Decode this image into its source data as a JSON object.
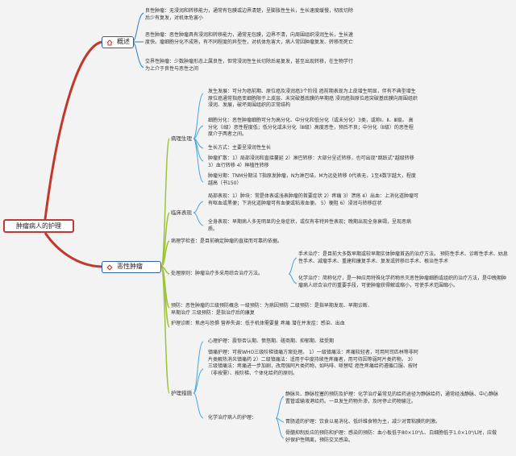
{
  "root": "肿瘤病人的护理",
  "branches": {
    "overview": {
      "label": "概述",
      "icon": "home-icon"
    },
    "malignant": {
      "label": "恶性肿瘤",
      "icon": "gear-icon"
    }
  },
  "overview_items": [
    "良性肿瘤：无浸润和转移能力，通常有包膜或边界清楚，呈膨胀性生长，生长速度缓慢，彻底切除后少有复发，对机体危害小",
    "恶性肿瘤：恶性肿瘤具有浸润和转移能力，通常无包膜，边界不清，向周围组织浸润生长，生长速度快。瘤细胞分化不成熟，有不同程度的异型性，对机体危害大，病人常因肿瘤复发、转移而死亡",
    "交界性肿瘤：少数肿瘤形态上属良性，但常浸润性生长切除后易复发，甚至出现转移，在生物学行为上介于良性与恶性之间"
  ],
  "clinical_pathology": {
    "label": "病理生理",
    "items": [
      "发生发展：可分为癌前期、原位癌及浸润癌3个阶段 癌前期表现为上皮增生明显，伴有不典型增生 原位癌通常指癌变细胞限于上皮层、未突破基底膜的早期癌 浸润癌指原位癌突破基底膜向周围组织浸润、发展，破坏周围组织的正常结构",
      "细胞分化：恶性肿瘤细胞可分为高分化、中分化和低分化（或未分化）3类，或称Ⅰ、Ⅱ、Ⅲ级。 高分化（Ⅰ级）恶性程度低；低分化或未分化（Ⅲ级）高度恶性，预后不良；中分化（Ⅱ级）的恶性程度介于两者之间。",
      "生长方式：主要呈浸润性生长",
      "肿瘤扩散：1）局部浸润和直接蔓延 2）淋巴转移：大部分呈近转移，也可出现“跳跃式”越级转移 3）血行转移 4）种植性转移",
      "肿瘤分期：TNM分期法 T指原发肿瘤，N为淋巴结，M为远处转移 0代表无，1至4数字越大，程度越高（书150）"
    ]
  },
  "clinical_manifest": {
    "label": "临床表现",
    "items": [
      "局部表现：1）肿块：常是体表或浅表肿瘤的首要症状 2）疼痛 3）溃疡 4）出血：上消化道肿瘤可有呕血或黑便；下消化道肿瘤可有血便或粘液血便。 5）梗阻 6）浸润与转移症状",
      "全身表现：早期病人多无明显的全身症状，或仅有非特异性表现；晚期出现全身衰竭，呈现恶病质。"
    ]
  },
  "pathology_exam": "病理学检查：是目前确定肿瘤的直接而可靠的依据。",
  "treatment": {
    "label": "处理原则：肿瘤治疗多采用综合治疗方法。",
    "items": [
      "手术治疗：是目前大多数早期或较早期实体肿瘤首选的治疗方法。 预防性手术、诊断性手术、姑息性手术、减瘤手术、重建和康复手术、复发或转移灶手术、根治性手术",
      "化学治疗：简称化疗，是一种应用特殊化学药物杀灭恶性肿瘤细胞或组织的治疗方法，是中晚期肿瘤病人综合治疗的重要手段，可使肿瘤获得解或缩小，可使手术范围缩小。"
    ]
  },
  "prevention": "预防：恶性肿瘤的三级预防概念 一级预防：为病因预防 二级预防：是指早期发现、早期诊断、早期治疗 三级预防：是指治疗后的康复",
  "nursing_diagnosis": "护理诊断：焦虑与恐惧 营养失调：低于机体需要量 疼痛 潜在并发症：感染、出血",
  "nursing_measures": {
    "label": "护理措施",
    "items": [
      "心理护理：震惊否认期、愤怒期、磋商期、抑郁期、接受期",
      "镇痛护理：可按WHO三级阶梯镇痛方案处理。 1）一级镇痛法：疼痛较轻者，可用阿司匹林等非阿片类解热消炎镇痛药 2）二级镇痛法：适用于中度持续性疼痛者，用可待因等弱阿片类药物。 3）三级镇痛法：疼痛进一步加剧，改用强阿片类药物，如吗啡、哌替啶 癌性疼痛给药遵循口服、按时（非按需）、按阶梯、个体化给药的原则。"
    ],
    "chemo": {
      "label": "化学治疗病人的护理：",
      "items": [
        "静脉炎、静脉栓塞的预防及护理：化学治疗最常见的给药途径为静脉给药，通常经浅静脉、中心静脉置管或输液港给药。一旦发生药物外渗，及时停止药物输注。",
        "胃肠道的护理：饮食以易消化、低纤维食物为主，减少对胃粘膜的刺激。",
        "骨髓抑制反应的预防和护理：感染的预防：血小板低于80×10⁹/L、白细胞低于1.0×10⁹/L时，应做好保护性隔离，预防交叉感染。"
      ]
    }
  },
  "colors": {
    "root_border": "#c13838",
    "branch_border": "#2f5f9f",
    "line_red": "#c0392b",
    "line_green": "#9cc43a",
    "line_blue": "#4aa3df",
    "bracket": "#2f7fc4"
  }
}
